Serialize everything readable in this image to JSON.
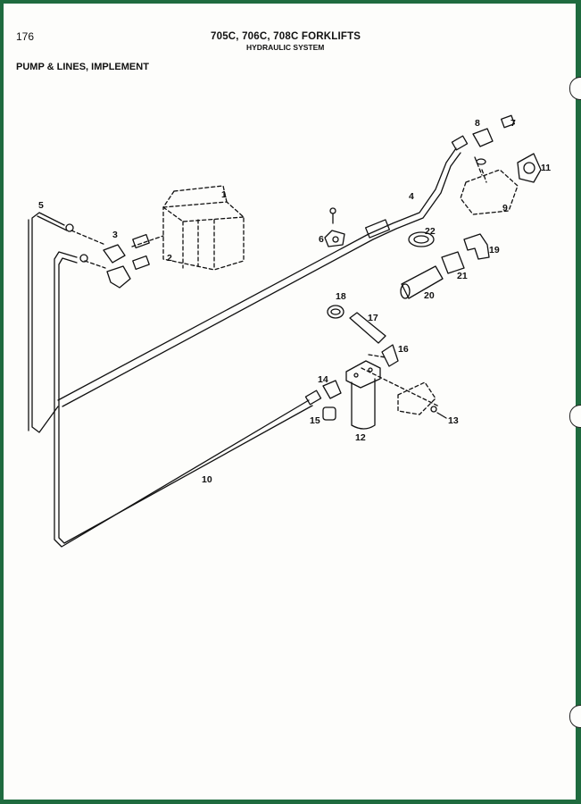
{
  "header": {
    "page_number": "176",
    "title": "705C, 706C, 708C FORKLIFTS",
    "subtitle": "HYDRAULIC SYSTEM"
  },
  "section_title": "PUMP & LINES, IMPLEMENT",
  "callouts": [
    "1",
    "2",
    "3",
    "4",
    "5",
    "6",
    "7",
    "8",
    "9",
    "10",
    "11",
    "12",
    "13",
    "14",
    "15",
    "16",
    "17",
    "18",
    "19",
    "20",
    "21",
    "22"
  ]
}
